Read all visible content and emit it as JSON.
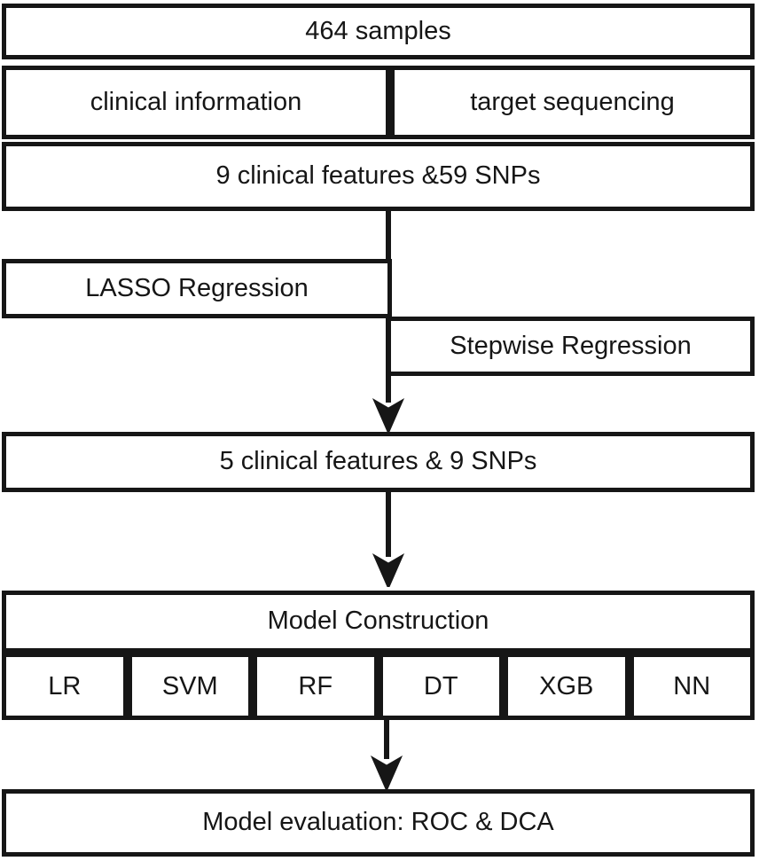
{
  "figure": {
    "title": "Study workflow flowchart",
    "colors": {
      "line": "#161616",
      "background": "#ffffff",
      "text": "#161616"
    },
    "boxes": {
      "samples": "464 samples",
      "clinical_information": "clinical information",
      "target_sequencing": "target sequencing",
      "initial_features": "9 clinical features &59 SNPs",
      "lasso": "LASSO Regression",
      "stepwise": "Stepwise Regression",
      "selected_features": "5 clinical features & 9 SNPs",
      "model_construction": "Model Construction",
      "evaluation": "Model evaluation: ROC & DCA"
    },
    "models": [
      "LR",
      "SVM",
      "RF",
      "DT",
      "XGB",
      "NN"
    ]
  }
}
